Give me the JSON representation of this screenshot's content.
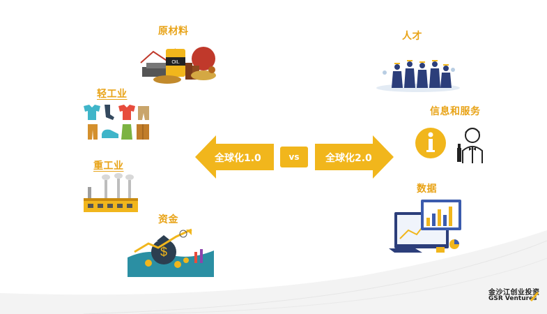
{
  "left_factors": {
    "raw_materials": "原材料",
    "light_industry": "轻工业",
    "heavy_industry": "重工业",
    "capital": "资金"
  },
  "right_factors": {
    "talent": "人才",
    "info_services": "信息和服务",
    "data": "数据"
  },
  "center": {
    "left_arrow": "全球化1.0",
    "vs": "vs",
    "right_arrow": "全球化2.0"
  },
  "oil_label": "OIL",
  "brand": {
    "name_cn": "金沙江创业投资",
    "name_en": "GSR Ventures"
  },
  "colors": {
    "accent": "#F1B61C",
    "label": "#E8A317"
  }
}
